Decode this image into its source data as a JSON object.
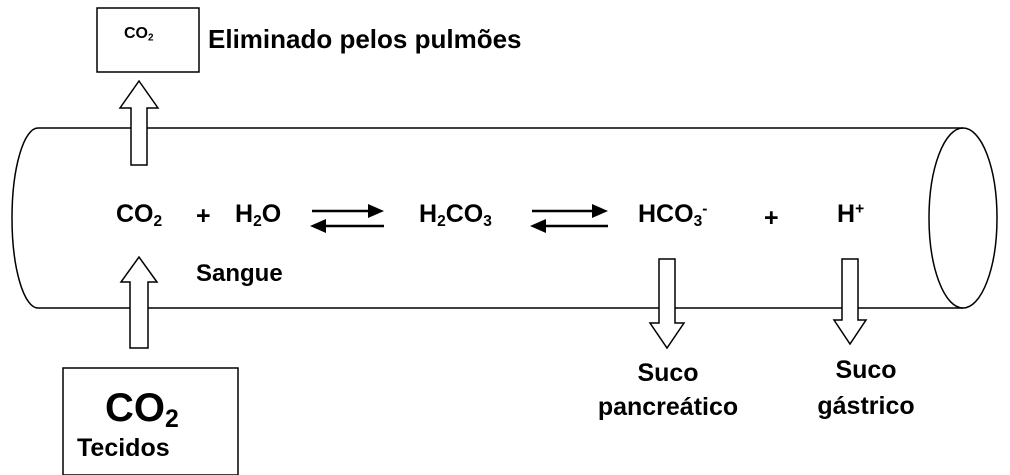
{
  "top_box": {
    "co2_main": "CO",
    "co2_sub": "2"
  },
  "lungs_label": "Eliminado pelos pulmões",
  "equation": {
    "co2": {
      "main": "CO",
      "sub": "2"
    },
    "plus1": "+",
    "h2o": {
      "a": "H",
      "sub": "2",
      "b": "O"
    },
    "h2co3": {
      "a": "H",
      "sub1": "2",
      "b": "CO",
      "sub2": "3"
    },
    "hco3": {
      "a": "HCO",
      "sub": "3",
      "sup": "-"
    },
    "plus2": "+",
    "h": {
      "a": "H",
      "sup": "+"
    }
  },
  "blood_label": "Sangue",
  "pancreatic": {
    "line1": "Suco",
    "line2": "pancreático"
  },
  "gastric": {
    "line1": "Suco",
    "line2": "gástrico"
  },
  "tissues_box": {
    "co2_main": "CO",
    "co2_sub": "2",
    "label": "Tecidos"
  },
  "colors": {
    "stroke": "#000000",
    "fill": "#ffffff"
  }
}
